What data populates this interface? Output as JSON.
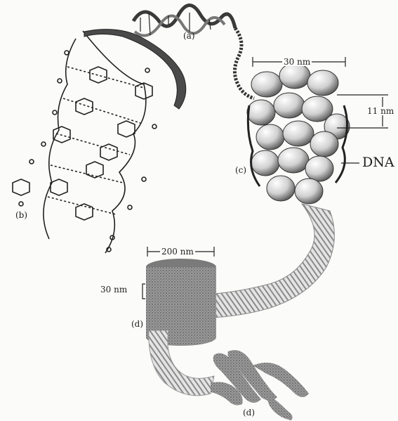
{
  "labels": {
    "a": "(a)",
    "b": "(b)",
    "c": "(c)",
    "d_upper": "(d)",
    "d_lower": "(d)",
    "dna": "DNA",
    "measure_30nm_top": "30 nm",
    "measure_11nm": "11 nm",
    "measure_200nm": "200 nm",
    "measure_30nm_left": "30 nm"
  },
  "colors": {
    "ink": "#1e1e1e",
    "shade_dark": "#4a4a4a",
    "shade_mid": "#8c8c8c",
    "shade_light": "#c8c8c8",
    "paper": "#fbfbf9"
  }
}
